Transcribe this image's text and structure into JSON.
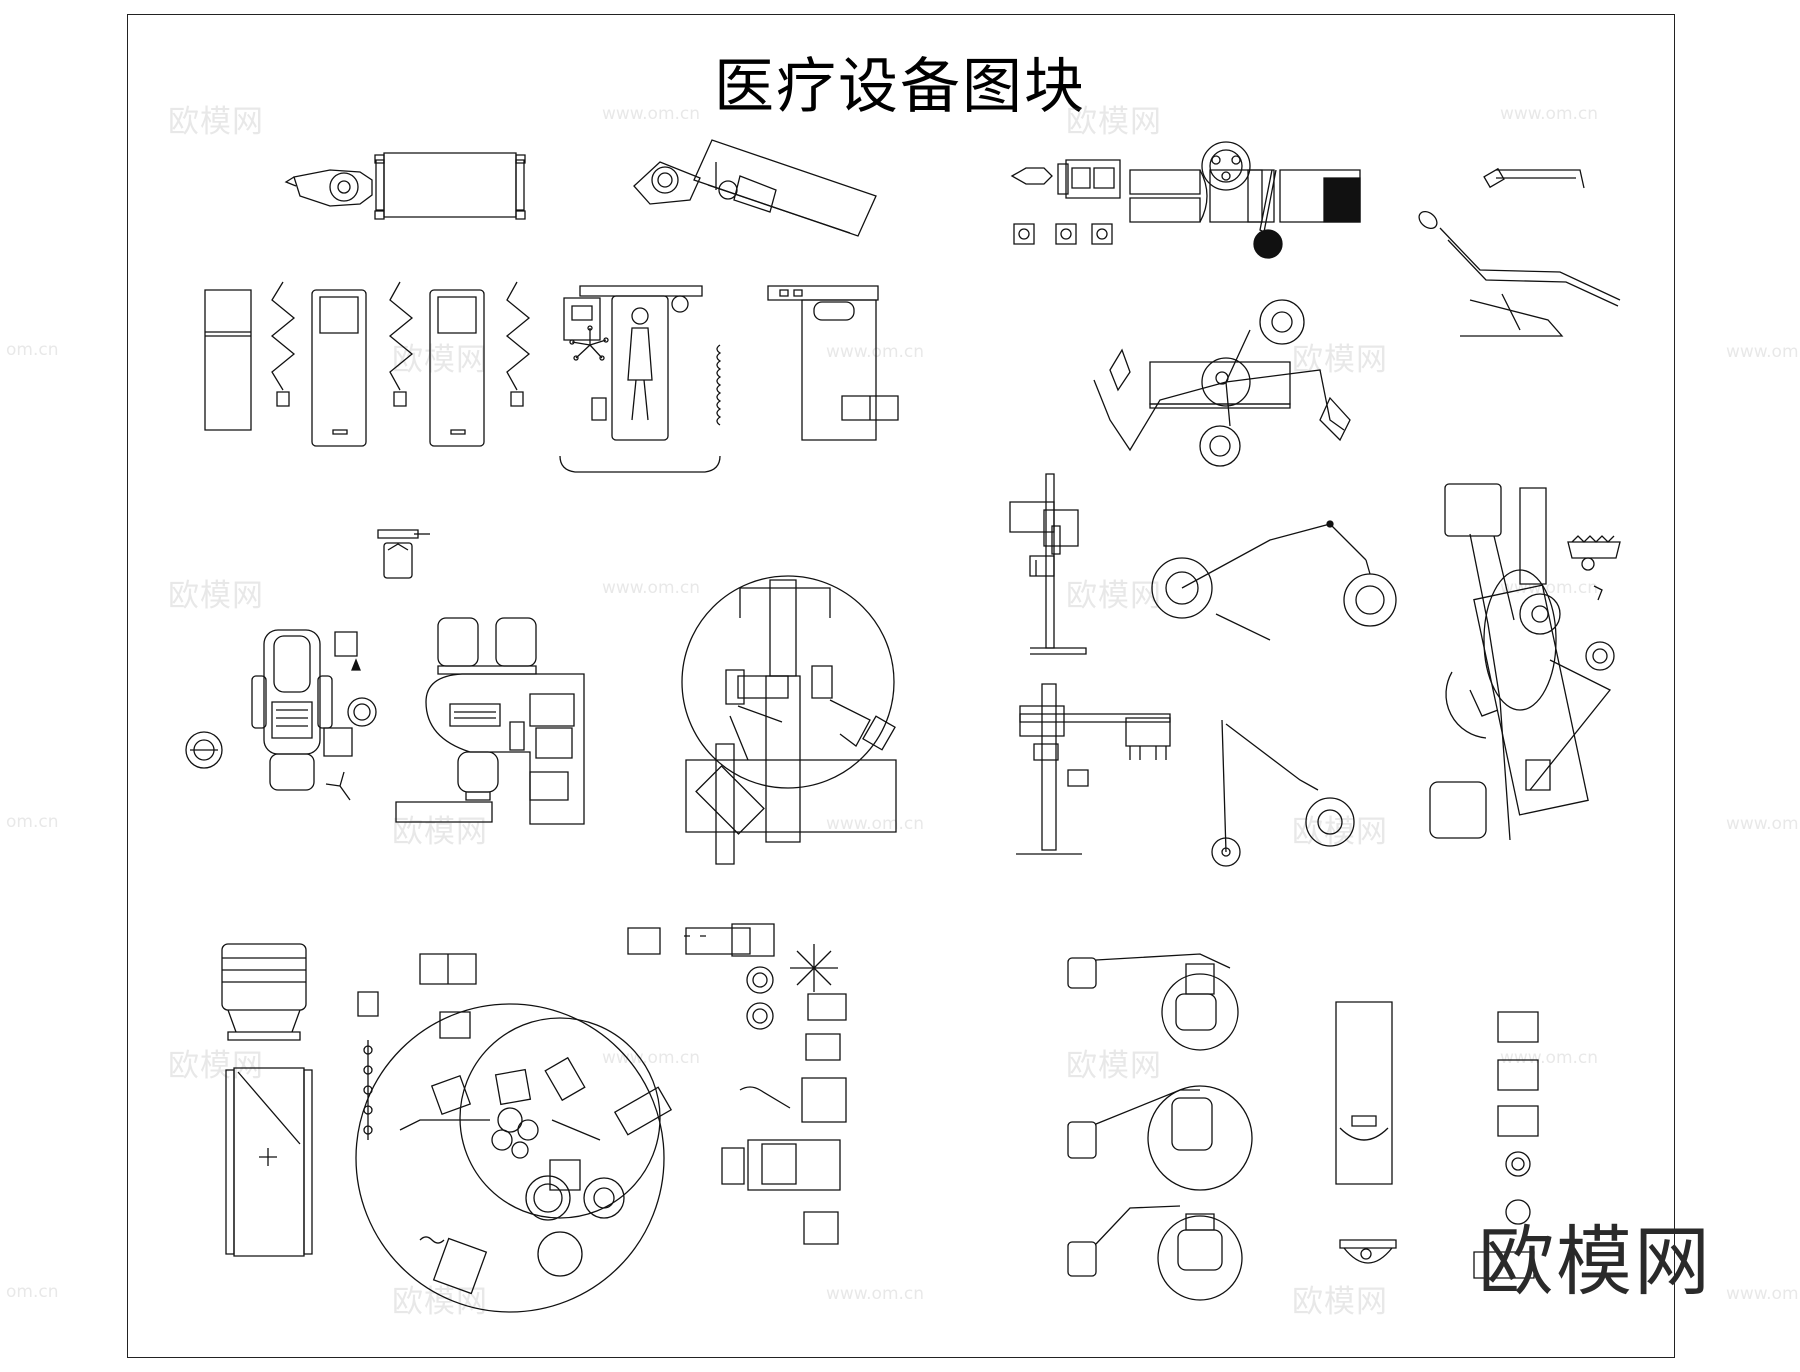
{
  "title": "医疗设备图块",
  "watermarks": {
    "brand_text": "欧模网",
    "url_text": "www.om.cn",
    "edge_url_text": "om.cn"
  },
  "brand_logo_text": "欧模网",
  "colors": {
    "line": "#111111",
    "watermark": "#8a8a8a",
    "background": "#ffffff"
  },
  "blocks": [
    "gurney-with-patient",
    "examination-table-with-patient",
    "cabinet-and-stretchers",
    "operating-table-with-surgeon",
    "treatment-bed",
    "dental-chair-side-view",
    "mobile-xray-units",
    "dental-unit-top-view",
    "patient-monitor",
    "ceiling-surgical-lights",
    "panoramic-xray-stands",
    "surgical-light-boom",
    "dental-operatory-suite",
    "anesthesia-equipment",
    "wash-basin-cabinet",
    "instrument-trolleys"
  ]
}
